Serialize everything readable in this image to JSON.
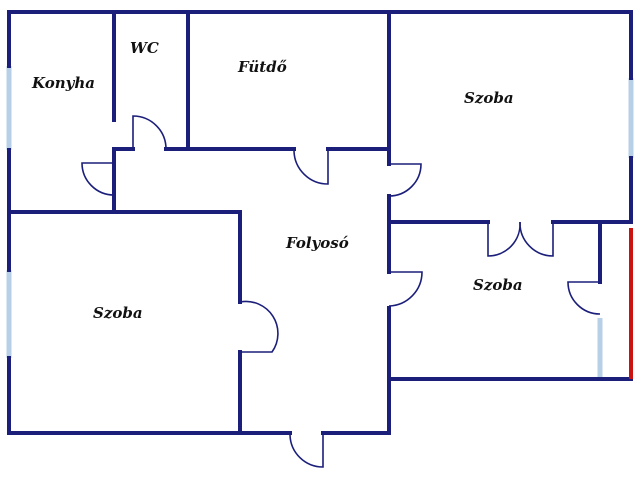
{
  "plan": {
    "colors": {
      "wall": "#1b1f7a",
      "window": "#b8cfe8",
      "railing": "#cc1111",
      "background": "#ffffff"
    },
    "rooms": {
      "konyha": "Konyha",
      "wc": "WC",
      "futdo": "Fütdő",
      "szoba_top_right": "Szoba",
      "folyoso": "Folyosó",
      "szoba_middle_right": "Szoba",
      "szoba_left": "Szoba"
    }
  }
}
